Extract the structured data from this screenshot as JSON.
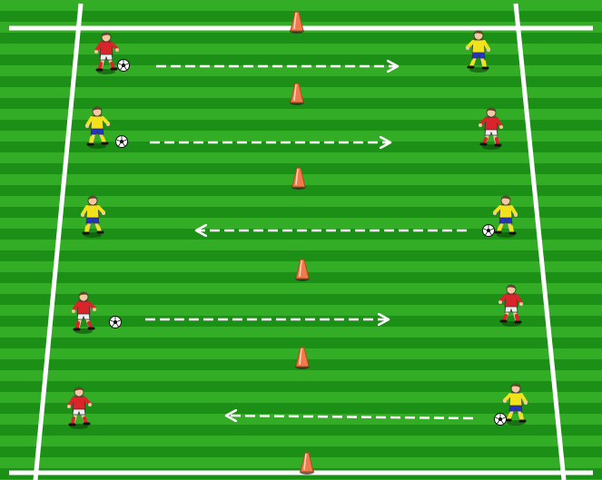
{
  "diagram": {
    "colors": {
      "grass_dark": "#1c8f16",
      "grass_light": "#34ad26",
      "line": "#ffffff",
      "cone": "#f07a4a",
      "cone_shadow": "#222222",
      "team_red": "#d9252a",
      "team_yellow": "#f2e21c",
      "shorts_white": "#eeeeee",
      "shorts_blue": "#2233cc"
    },
    "cones_count": 6,
    "lanes": [
      {
        "left_player": "red",
        "right_player": "yellow",
        "ball": "left",
        "arrow": "right"
      },
      {
        "left_player": "yellow",
        "right_player": "red",
        "ball": "left",
        "arrow": "right"
      },
      {
        "left_player": "yellow",
        "right_player": "yellow",
        "ball": "right",
        "arrow": "left"
      },
      {
        "left_player": "red",
        "right_player": "red",
        "ball": "left",
        "arrow": "right"
      },
      {
        "left_player": "red",
        "right_player": "yellow",
        "ball": "right",
        "arrow": "left"
      }
    ]
  }
}
